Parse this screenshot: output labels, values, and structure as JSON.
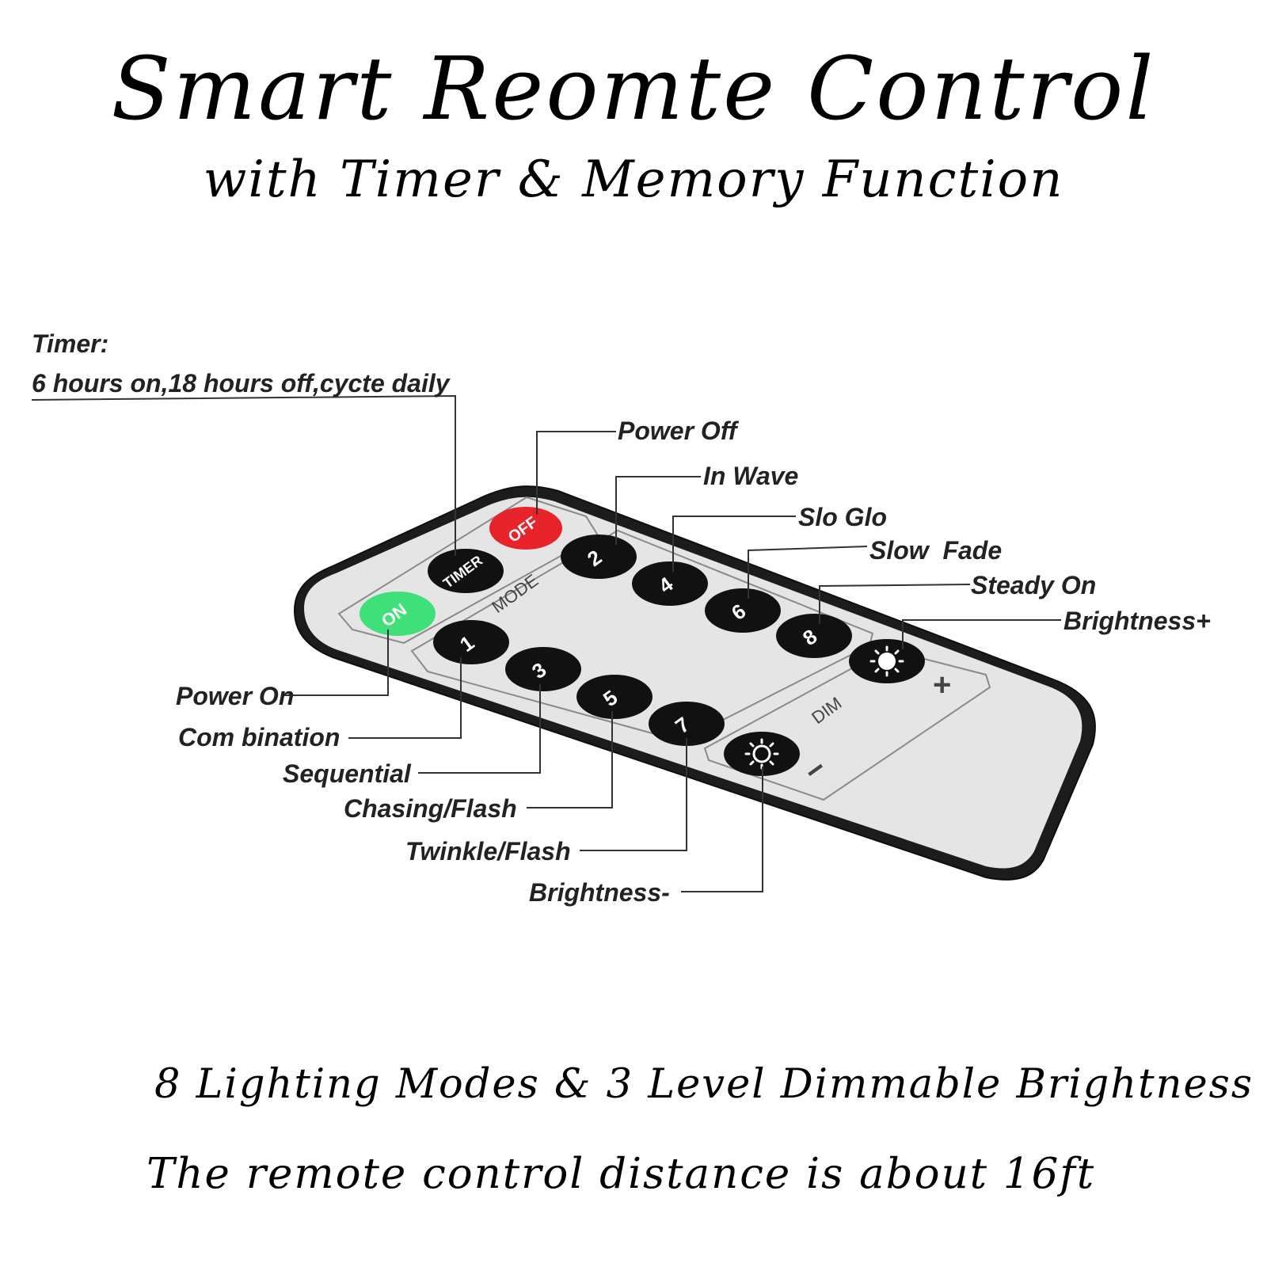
{
  "header": {
    "title": "Smart Reomte Control",
    "subtitle": "with Timer & Memory Function"
  },
  "remote": {
    "panel_labels": {
      "mode": "MODE",
      "dim": "DIM",
      "plus": "+",
      "minus": "−"
    },
    "buttons": {
      "timer": "TIMER",
      "off": "OFF",
      "on": "ON",
      "n1": "1",
      "n2": "2",
      "n3": "3",
      "n4": "4",
      "n5": "5",
      "n6": "6",
      "n7": "7",
      "n8": "8"
    },
    "icons": {
      "brightness_up": "sun-icon",
      "brightness_down": "sun-outline-icon"
    },
    "colors": {
      "off": "#e8242a",
      "on": "#3fe07a",
      "button": "#111111",
      "body": "#e4e4e4",
      "rim": "#1a1a1a"
    }
  },
  "callouts": {
    "timer_heading": "Timer:",
    "timer_detail": "6 hours on,18 hours off,cycte daily",
    "power_off": "Power Off",
    "in_wave": "In Wave",
    "slo_glo": "Slo Glo",
    "slow_fade": "Slow  Fade",
    "steady_on": "Steady On",
    "brightness_plus": "Brightness+",
    "power_on": "Power On",
    "combination": "Com bination",
    "sequential": "Sequential",
    "chasing_flash": "Chasing/Flash",
    "twinkle_flash": "Twinkle/Flash",
    "brightness_minus": "Brightness-"
  },
  "features": {
    "modes": "8 Lighting Modes & 3 Level Dimmable Brightness",
    "distance": "The remote control distance is about 16ft"
  }
}
